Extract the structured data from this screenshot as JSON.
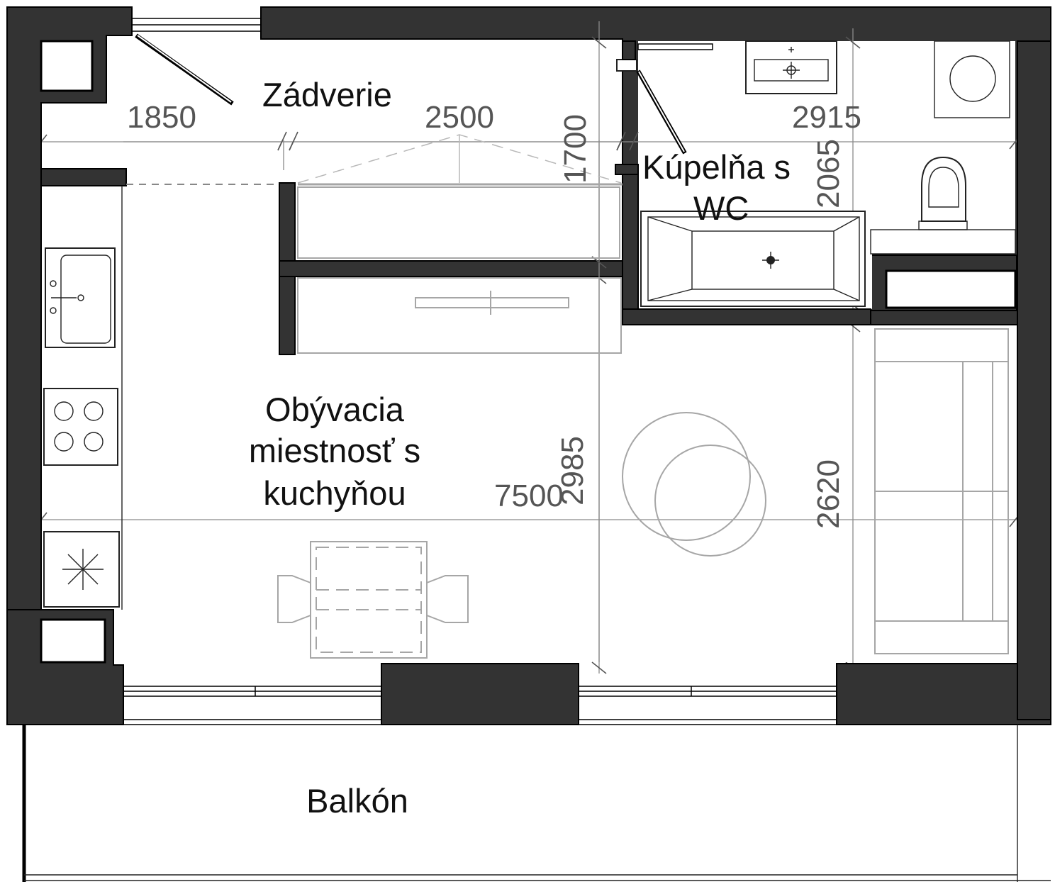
{
  "rooms": {
    "entry": "Zádverie",
    "bathroom_line1": "Kúpelňa s",
    "bathroom_line2": "WC",
    "living_line1": "Obývacia",
    "living_line2": "miestnosť s",
    "living_line3": "kuchyňou",
    "balcony": "Balkón"
  },
  "dimensions": {
    "entry_width": "1850",
    "middle_width": "2500",
    "bathroom_width": "2915",
    "entry_depth": "1700",
    "bathroom_depth": "2065",
    "total_width": "7500",
    "living_depth": "2985",
    "right_depth": "2620"
  },
  "colors": {
    "wall_fill": "#333333",
    "furniture": "#a6a6a6",
    "dimension_line": "#8a8a8a"
  }
}
